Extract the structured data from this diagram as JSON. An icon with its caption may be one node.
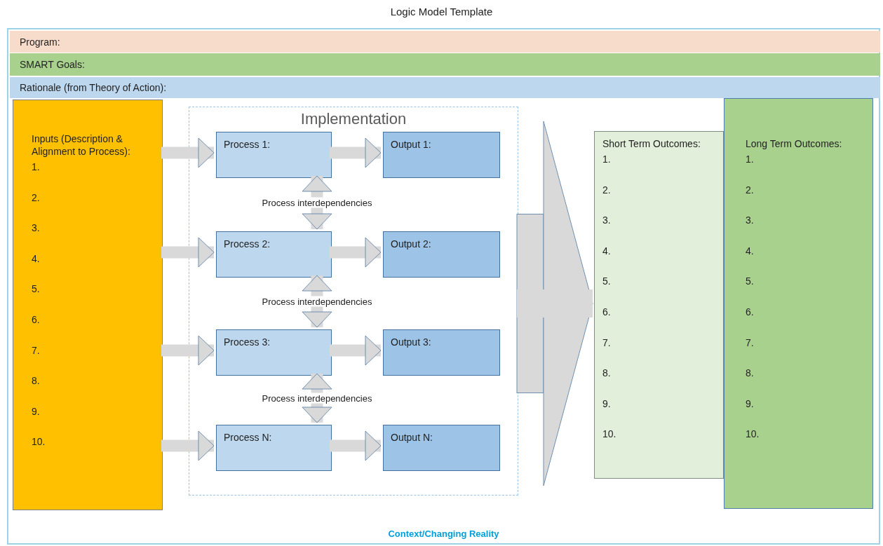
{
  "diagram": {
    "title": "Logic Model Template",
    "nodes": [
      {
        "text": [
          "Context/Changing Reality"
        ]
      },
      {
        "text": [
          "Program:"
        ],
        "in": 0
      },
      {
        "text": [
          "SMART Goals:"
        ],
        "in": 0
      },
      {
        "text": [
          "Rationale (from Theory of Action):"
        ],
        "in": 0
      },
      {
        "text": [
          "Inputs (Description & Alignment to Process):",
          "1.",
          "2.",
          "3.",
          "4.",
          "5.",
          "6.",
          "7.",
          "8.",
          "9.",
          "10."
        ],
        "in": 0
      },
      {
        "text": [
          "Implementation"
        ],
        "in": 0
      },
      {
        "text": [
          "Process 1:"
        ],
        "in": 5
      },
      {
        "text": [
          "Output 1:"
        ],
        "in": 5
      },
      {
        "text": [
          "Process 2:"
        ],
        "in": 5
      },
      {
        "text": [
          "Output 2:"
        ],
        "in": 5
      },
      {
        "text": [
          "Process 3:"
        ],
        "in": 5
      },
      {
        "text": [
          "Output 3:"
        ],
        "in": 5
      },
      {
        "text": [
          "Process N:"
        ],
        "in": 5
      },
      {
        "text": [
          "Output N:"
        ],
        "in": 5
      },
      {
        "text": [
          "Short Term Outcomes:",
          "1.",
          "2.",
          "3.",
          "4.",
          "5.",
          "6.",
          "7.",
          "8.",
          "9.",
          "10."
        ],
        "in": 0
      },
      {
        "text": [
          "Long Term Outcomes:",
          "1.",
          "2.",
          "3.",
          "4.",
          "5.",
          "6.",
          "7.",
          "8.",
          "9.",
          "10."
        ],
        "in": 0
      }
    ],
    "edges": [
      {
        "from": 4,
        "to": 6,
        "arrow": "to"
      },
      {
        "from": 6,
        "to": 7,
        "arrow": "to"
      },
      {
        "from": 6,
        "to": 8,
        "arrow": "both",
        "label": "Process interdependencies"
      },
      {
        "from": 4,
        "to": 8,
        "arrow": "to"
      },
      {
        "from": 8,
        "to": 9,
        "arrow": "to"
      },
      {
        "from": 8,
        "to": 10,
        "arrow": "both",
        "label": "Process interdependencies"
      },
      {
        "from": 4,
        "to": 10,
        "arrow": "to"
      },
      {
        "from": 10,
        "to": 11,
        "arrow": "to"
      },
      {
        "from": 10,
        "to": 12,
        "arrow": "both",
        "label": "Process interdependencies"
      },
      {
        "from": 4,
        "to": 12,
        "arrow": "to"
      },
      {
        "from": 12,
        "to": 13,
        "arrow": "to"
      },
      {
        "from": 5,
        "to": 14,
        "arrow": "to",
        "style": "thick"
      }
    ]
  }
}
